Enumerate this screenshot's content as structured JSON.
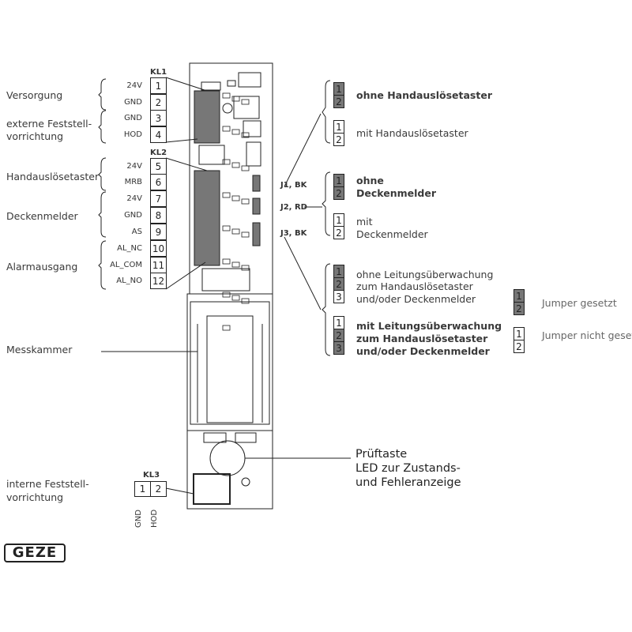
{
  "kl1": {
    "title": "KL1",
    "terminals": [
      {
        "n": "1",
        "label": "24V"
      },
      {
        "n": "2",
        "label": "GND"
      },
      {
        "n": "3",
        "label": "GND"
      },
      {
        "n": "4",
        "label": "HOD"
      }
    ]
  },
  "kl2": {
    "title": "KL2",
    "terminals": [
      {
        "n": "5",
        "label": "24V"
      },
      {
        "n": "6",
        "label": "MRB"
      },
      {
        "n": "7",
        "label": "24V"
      },
      {
        "n": "8",
        "label": "GND"
      },
      {
        "n": "9",
        "label": "AS"
      },
      {
        "n": "10",
        "label": "AL_NC"
      },
      {
        "n": "11",
        "label": "AL_COM"
      },
      {
        "n": "12",
        "label": "AL_NO"
      }
    ]
  },
  "kl3": {
    "title": "KL3",
    "terminals": [
      {
        "n": "1",
        "label": "GND"
      },
      {
        "n": "2",
        "label": "HOD"
      }
    ]
  },
  "groups": {
    "versorgung": "Versorgung",
    "ext1": "externe Feststell-",
    "ext2": "vorrichtung",
    "hand": "Handauslösetaster",
    "decken": "Deckenmelder",
    "alarm": "Alarmausgang",
    "mess": "Messkammer",
    "int1": "interne Feststell-",
    "int2": "vorrichtung"
  },
  "jumpers": {
    "j1": "J1, BK",
    "j2": "J2, RD",
    "j3": "J3, BK"
  },
  "options": {
    "j1_ohne": "ohne Handauslösetaster",
    "j1_mit": "mit Handauslösetaster",
    "j2_ohne_1": "ohne",
    "j2_ohne_2": "Deckenmelder",
    "j2_mit_1": "mit",
    "j2_mit_2": "Deckenmelder",
    "j3_ohne_1": "ohne Leitungsüberwachung",
    "j3_ohne_2": "zum Handauslösetaster",
    "j3_ohne_3": "und/oder Deckenmelder",
    "j3_mit_1": "mit Leitungsüberwachung",
    "j3_mit_2": "zum Handauslösetaster",
    "j3_mit_3": "und/oder Deckenmelder"
  },
  "legend": {
    "set": "Jumper gesetzt",
    "notset": "Jumper nicht gesetzt"
  },
  "pruef": {
    "l1": "Prüftaste",
    "l2": "LED zur Zustands-",
    "l3": "und Fehleranzeige"
  },
  "logo": "GEZE",
  "colors": {
    "jumper_set": "#777777",
    "line": "#222222"
  }
}
